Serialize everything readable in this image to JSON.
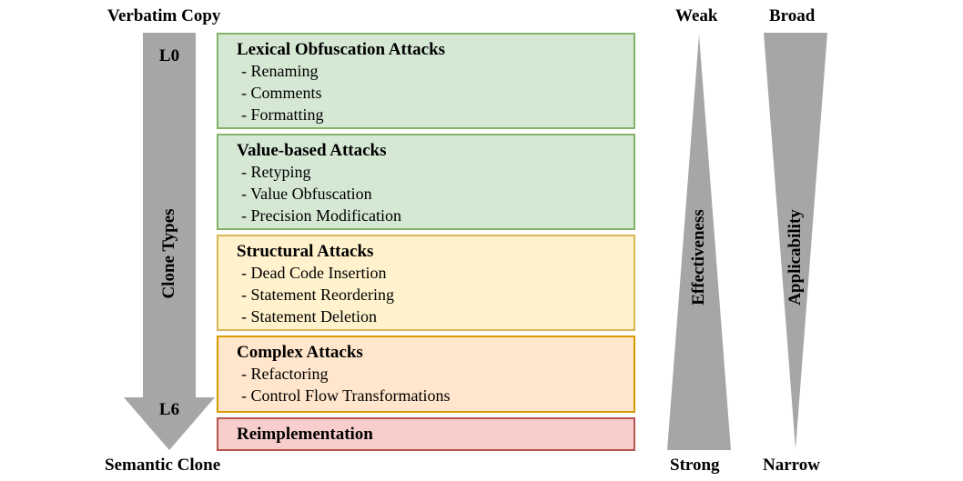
{
  "top_left_label": "Verbatim Copy",
  "bottom_left_label": "Semantic Clone",
  "arrow": {
    "title": "Clone Types",
    "top_level": "L0",
    "bottom_level": "L6",
    "color": "#a6a6a6"
  },
  "effectiveness": {
    "label": "Effectiveness",
    "top": "Weak",
    "bottom": "Strong",
    "color": "#a6a6a6"
  },
  "applicability": {
    "label": "Applicability",
    "top": "Broad",
    "bottom": "Narrow",
    "color": "#a6a6a6"
  },
  "boxes": [
    {
      "title": "Lexical Obfuscation Attacks",
      "items": [
        "- Renaming",
        "- Comments",
        "- Formatting"
      ],
      "fill": "#d5e8d4",
      "border": "#82b366"
    },
    {
      "title": "Value-based Attacks",
      "items": [
        "- Retyping",
        "- Value Obfuscation",
        "- Precision Modification"
      ],
      "fill": "#d5e8d4",
      "border": "#82b366"
    },
    {
      "title": "Structural Attacks",
      "items": [
        "- Dead Code Insertion",
        "- Statement Reordering",
        "- Statement Deletion"
      ],
      "fill": "#fff2cc",
      "border": "#d6b656"
    },
    {
      "title": "Complex Attacks",
      "items": [
        "- Refactoring",
        "- Control Flow Transformations"
      ],
      "fill": "#ffe6cc",
      "border": "#d79b00"
    },
    {
      "title": "Reimplementation",
      "items": [],
      "fill": "#f8cecc",
      "border": "#b85450"
    }
  ]
}
